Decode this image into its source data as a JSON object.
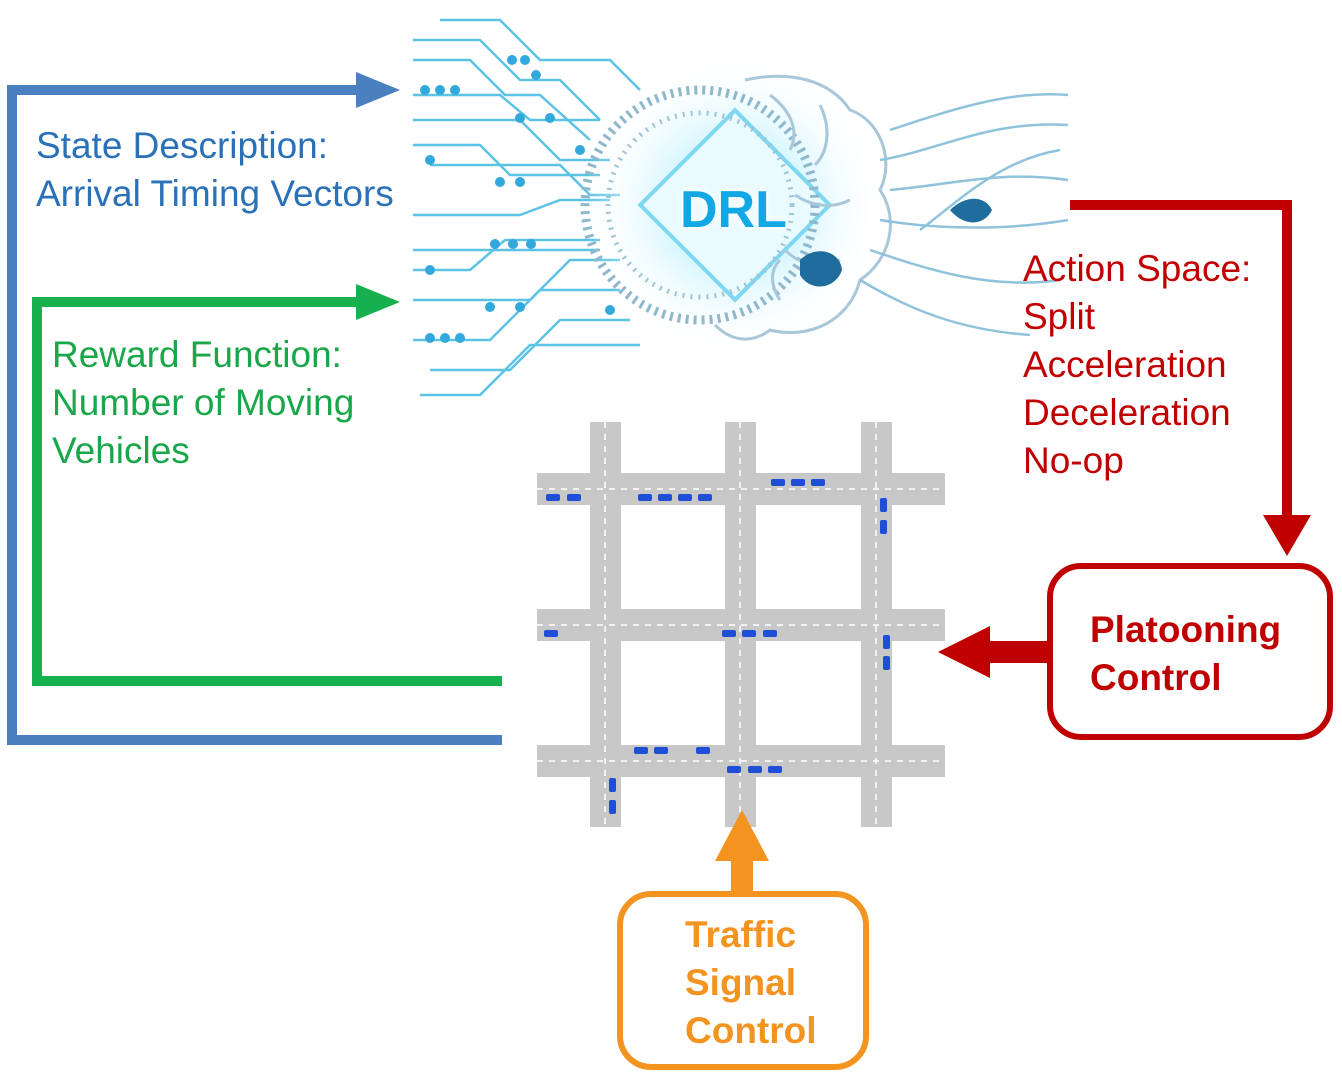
{
  "drl": {
    "label": "DRL"
  },
  "state": {
    "title": "State Description:",
    "line2": "Arrival Timing Vectors"
  },
  "reward": {
    "title": "Reward Function:",
    "line2": "Number of Moving",
    "line3": "Vehicles"
  },
  "action": {
    "title": "Action Space:",
    "items": [
      "Split",
      "Acceleration",
      "Deceleration",
      "No-op"
    ]
  },
  "platooning": {
    "line1": "Platooning",
    "line2": "Control"
  },
  "traffic": {
    "line1": "Traffic",
    "line2": "Signal",
    "line3": "Control"
  },
  "colors": {
    "state": "#4a7fc0",
    "reward": "#17b04f",
    "action": "#c00000",
    "traffic": "#f39420",
    "road": "#c8c8c8",
    "vehicle": "#1f4fd6",
    "drl": "#12a8e6"
  },
  "icons": {
    "network": "neural-brain-icon",
    "grid": "road-grid-icon",
    "vehicle": "car-icon"
  }
}
